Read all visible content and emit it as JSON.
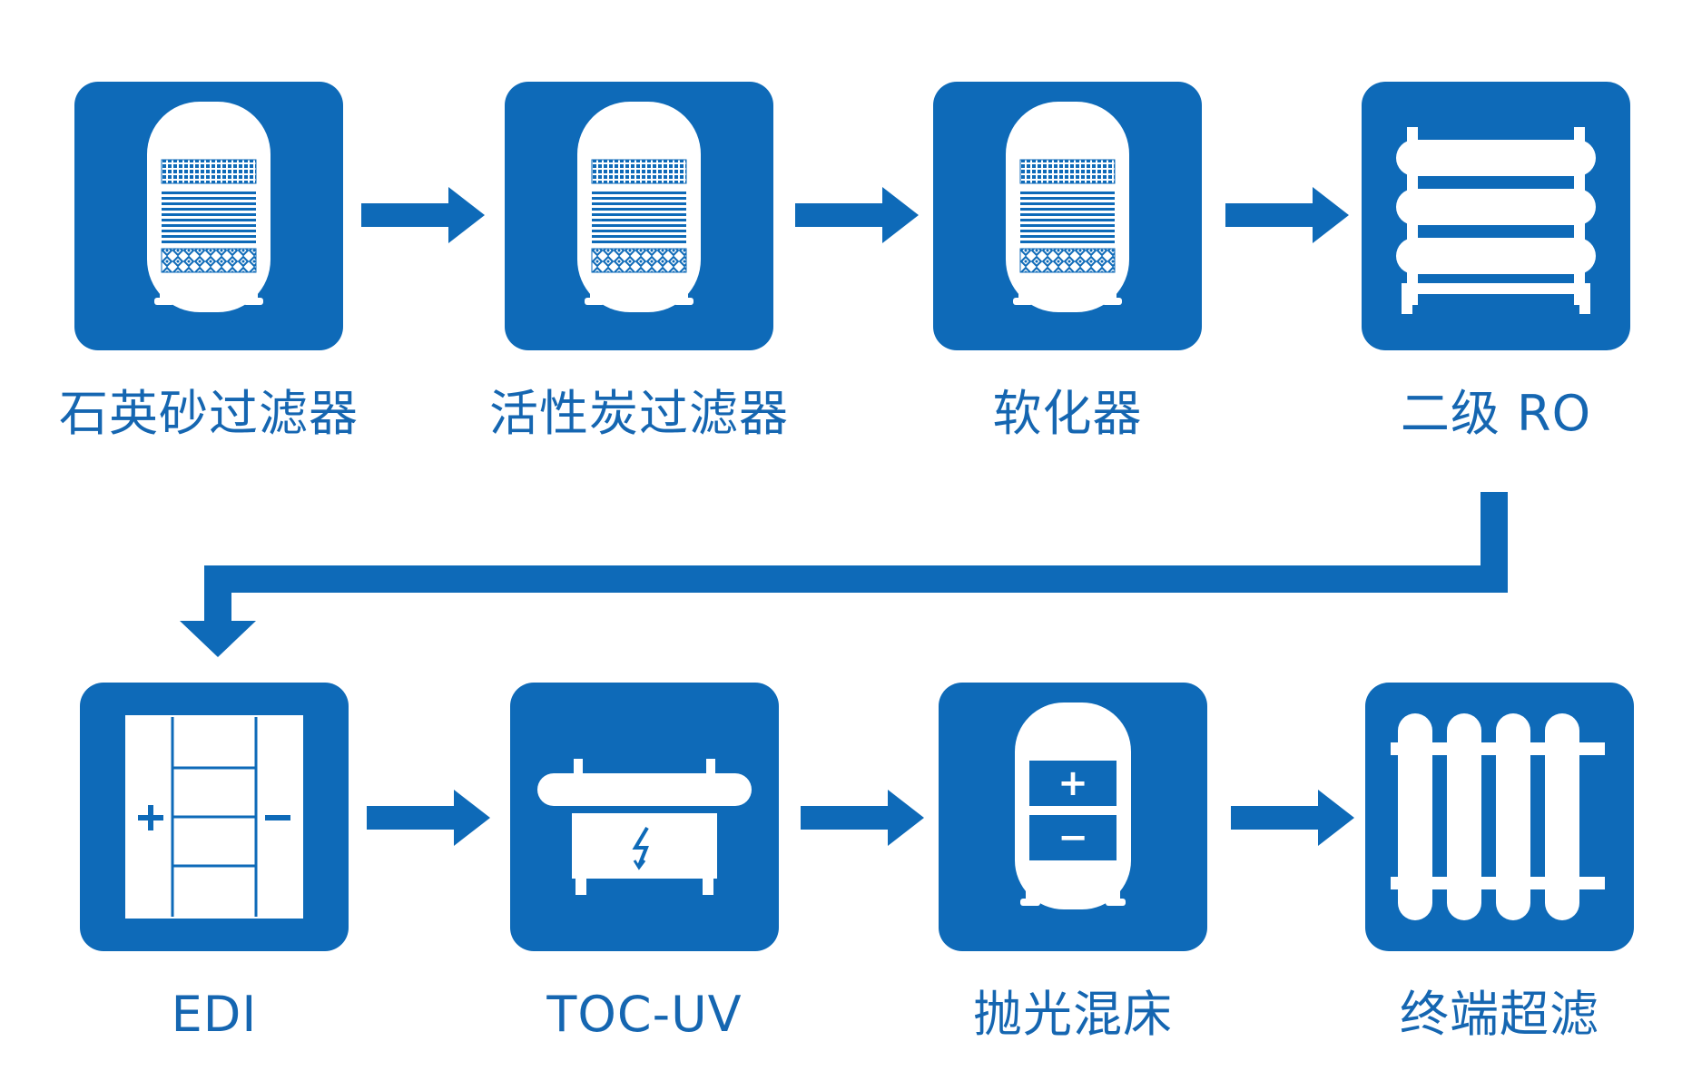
{
  "colors": {
    "primary": "#0e6ab8",
    "label": "#1566b1",
    "icon": "#ffffff"
  },
  "steps": [
    {
      "label": "石英砂过滤器",
      "icon": "filter-tank-icon"
    },
    {
      "label": "活性炭过滤器",
      "icon": "filter-tank-icon"
    },
    {
      "label": "软化器",
      "icon": "filter-tank-icon"
    },
    {
      "label": "二级 RO",
      "icon": "ro-membrane-rack-icon"
    },
    {
      "label": "EDI",
      "icon": "edi-module-icon"
    },
    {
      "label": "TOC-UV",
      "icon": "uv-lamp-icon"
    },
    {
      "label": "抛光混床",
      "icon": "mixed-bed-tank-icon"
    },
    {
      "label": "终端超滤",
      "icon": "ultrafiltration-icon"
    }
  ],
  "icon_text": {
    "plus": "+",
    "minus": "−"
  }
}
